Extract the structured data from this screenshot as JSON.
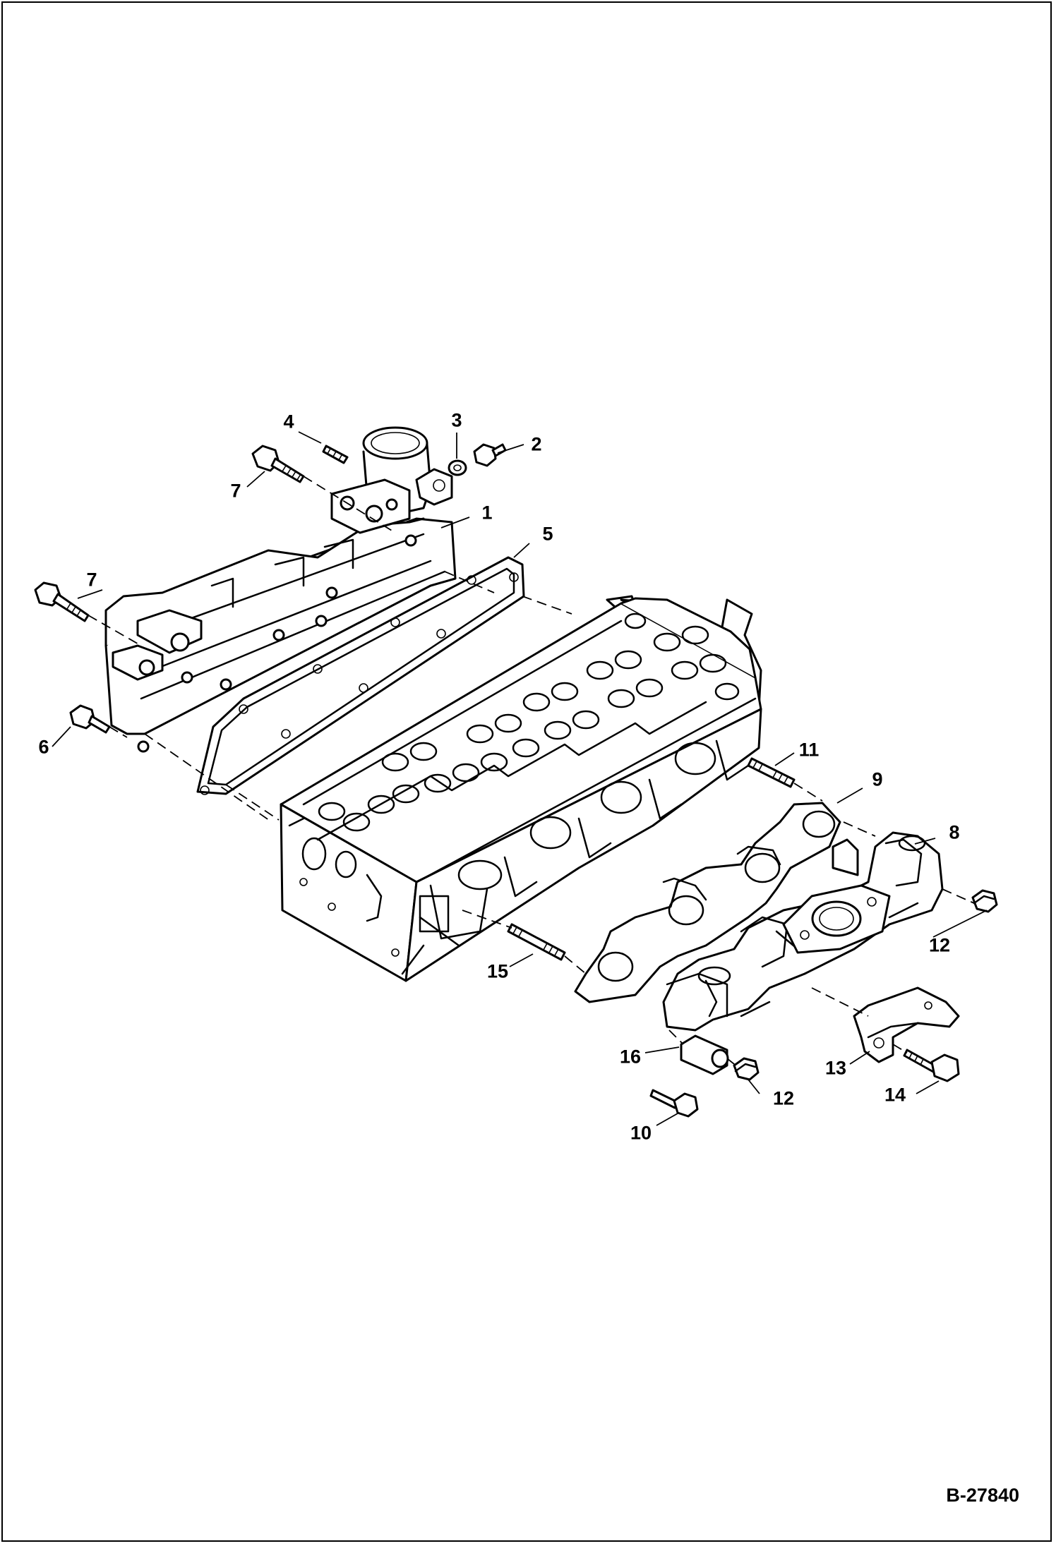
{
  "callouts": [
    "1",
    "2",
    "3",
    "4",
    "5",
    "6",
    "7",
    "7",
    "8",
    "9",
    "10",
    "11",
    "12",
    "12",
    "13",
    "14",
    "15",
    "16"
  ],
  "figure_ref": "B-27840"
}
